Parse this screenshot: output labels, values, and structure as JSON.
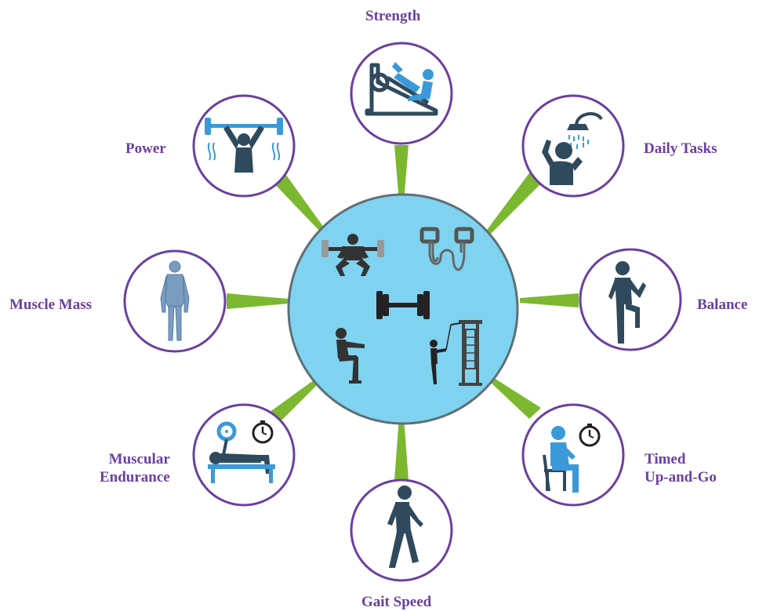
{
  "labels": {
    "strength": "Strength",
    "daily_tasks": "Daily Tasks",
    "balance": "Balance",
    "timed_up_and_go_line1": "Timed",
    "timed_up_and_go_line2": "Up-and-Go",
    "gait_speed": "Gait Speed",
    "muscular_endurance_line1": "Muscular",
    "muscular_endurance_line2": "Endurance",
    "muscle_mass": "Muscle Mass",
    "power": "Power"
  },
  "icons": {
    "center": [
      "barbell-squat-icon",
      "resistance-band-icon",
      "dumbbell-icon",
      "bodyweight-squat-icon",
      "cable-machine-icon"
    ],
    "strength": "leg-press-icon",
    "daily_tasks": "shower-icon",
    "balance": "single-leg-stand-icon",
    "timed_up_and_go": "chair-stopwatch-icon",
    "gait_speed": "walking-person-icon",
    "muscular_endurance": "bench-press-stopwatch-icon",
    "muscle_mass": "human-body-icon",
    "power": "overhead-lift-icon"
  },
  "colors": {
    "center_fill": "#7fd3f0",
    "ring_stroke": "#6b3fa0",
    "connector": "#7cb82f",
    "icon_dark": "#2f4a5c",
    "icon_blue": "#3a9ad9",
    "label": "#6b3fa0"
  }
}
